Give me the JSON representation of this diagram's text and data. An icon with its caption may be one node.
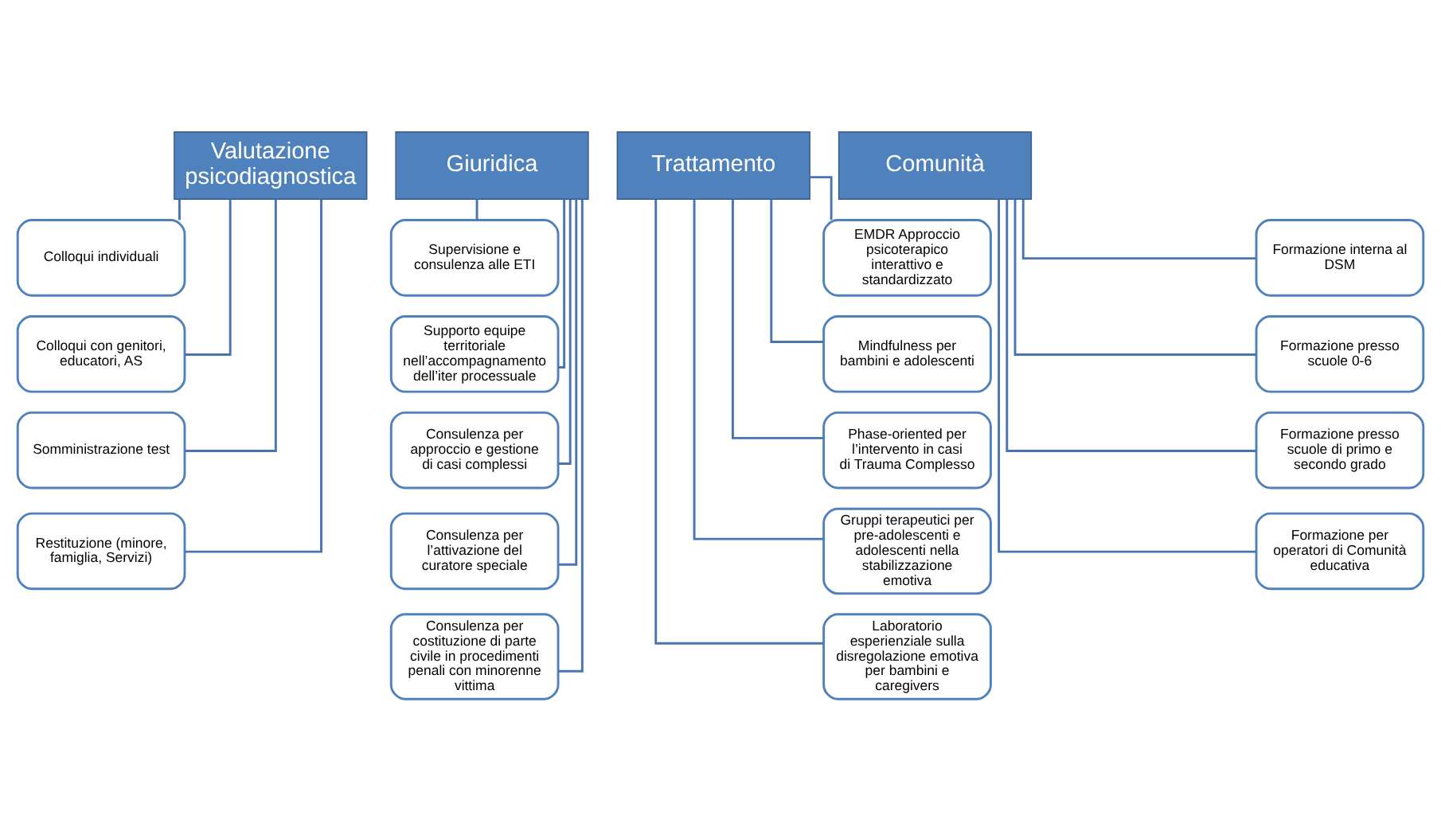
{
  "diagram": {
    "nodes": [
      {
        "text": [
          "Valutazione psicodiagnostica"
        ]
      },
      {
        "text": [
          "Colloqui individuali"
        ]
      },
      {
        "text": [
          "Colloqui con genitori, educatori, AS"
        ]
      },
      {
        "text": [
          "Somministrazione test"
        ]
      },
      {
        "text": [
          "Restituzione (minore, famiglia, Servizi)"
        ]
      },
      {
        "text": [
          "Giuridica"
        ]
      },
      {
        "text": [
          "Supervisione e consulenza alle ETI"
        ]
      },
      {
        "text": [
          "Supporto equipe territoriale nell’accompagnamento dell’iter processuale"
        ]
      },
      {
        "text": [
          "Consulenza per approccio e gestione di casi complessi"
        ]
      },
      {
        "text": [
          "Consulenza per l’attivazione del curatore speciale"
        ]
      },
      {
        "text": [
          "Consulenza per costituzione di parte civile in procedimenti penali con minorenne vittima"
        ]
      },
      {
        "text": [
          "Trattamento"
        ]
      },
      {
        "text": [
          "EMDR Approccio psicoterapico interattivo e standardizzato"
        ]
      },
      {
        "text": [
          "Mindfulness per bambini e adolescenti"
        ]
      },
      {
        "text": [
          "Phase-oriented per l’intervento in casi di Trauma Complesso"
        ]
      },
      {
        "text": [
          "Gruppi terapeutici per pre-adolescenti e adolescenti nella stabilizzazione emotiva"
        ]
      },
      {
        "text": [
          "Laboratorio esperienziale sulla disregolazione emotiva per bambini e caregivers"
        ]
      },
      {
        "text": [
          "Comunità"
        ]
      },
      {
        "text": [
          "Formazione interna al DSM"
        ]
      },
      {
        "text": [
          "Formazione presso scuole 0-6"
        ]
      },
      {
        "text": [
          "Formazione presso scuole di primo e secondo grado"
        ]
      },
      {
        "text": [
          "Formazione per operatori di Comunità educativa"
        ]
      }
    ],
    "edges": [
      {
        "from": 0,
        "to": 1,
        "arrow": "none"
      },
      {
        "from": 0,
        "to": 2,
        "arrow": "none"
      },
      {
        "from": 0,
        "to": 3,
        "arrow": "none"
      },
      {
        "from": 0,
        "to": 4,
        "arrow": "none"
      },
      {
        "from": 5,
        "to": 6,
        "arrow": "none"
      },
      {
        "from": 5,
        "to": 7,
        "arrow": "none"
      },
      {
        "from": 5,
        "to": 8,
        "arrow": "none"
      },
      {
        "from": 5,
        "to": 9,
        "arrow": "none"
      },
      {
        "from": 5,
        "to": 10,
        "arrow": "none"
      },
      {
        "from": 11,
        "to": 12,
        "arrow": "none"
      },
      {
        "from": 11,
        "to": 13,
        "arrow": "none"
      },
      {
        "from": 11,
        "to": 14,
        "arrow": "none"
      },
      {
        "from": 11,
        "to": 15,
        "arrow": "none"
      },
      {
        "from": 11,
        "to": 16,
        "arrow": "none"
      },
      {
        "from": 17,
        "to": 18,
        "arrow": "none"
      },
      {
        "from": 17,
        "to": 19,
        "arrow": "none"
      },
      {
        "from": 17,
        "to": 20,
        "arrow": "none"
      },
      {
        "from": 17,
        "to": 21,
        "arrow": "none"
      }
    ]
  }
}
